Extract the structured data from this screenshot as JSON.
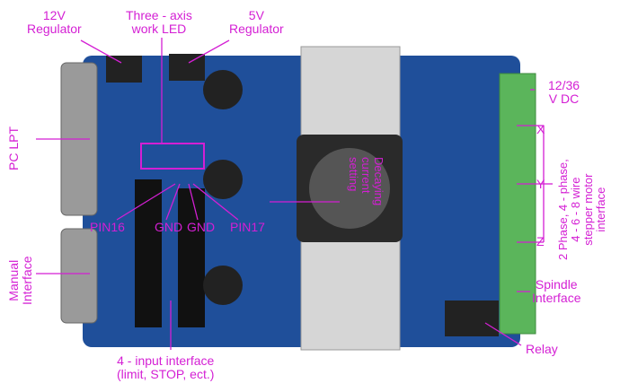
{
  "labels": {
    "reg12": [
      "12V",
      "Regulator"
    ],
    "led": [
      "Three - axis",
      "work LED"
    ],
    "reg5": [
      "5V",
      "Regulator"
    ],
    "pc_lpt": "PC LPT",
    "manual": [
      "Manual",
      "Interface"
    ],
    "pin16": "PIN16",
    "gnd1": "GND",
    "gnd2": "GND",
    "pin17": "PIN17",
    "input": [
      "4 - input interface",
      "(limit, STOP, ect.)"
    ],
    "decay": [
      "Decaying",
      "current",
      "setting"
    ],
    "vdc": [
      "12/36",
      "V DC"
    ],
    "x": "X",
    "y": "Y",
    "z": "Z",
    "stepper": [
      "2 Phase, 4 - phase,",
      "4 - 6 - 8 wire",
      "stepper motor",
      "interface"
    ],
    "spindle": [
      "Spindle",
      "Interface"
    ],
    "relay": "Relay"
  },
  "colors": {
    "annotation": "#d41fd4",
    "board": "#1f4f9a",
    "terminal": "#5bb55b"
  }
}
